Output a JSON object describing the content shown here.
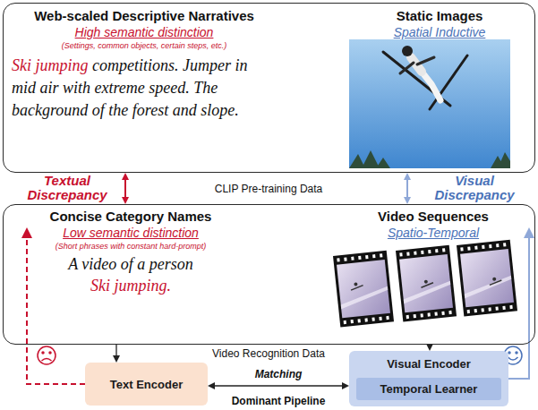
{
  "diagram": {
    "nodes": [
      {
        "text": [
          "Web-scaled Descriptive Narratives",
          "High semantic distinction",
          "(Settings, common objects, certain steps, etc.)",
          "Ski jumping",
          "competitions. Jumper in mid air with extreme speed. The background of the forest and slope.",
          "Static Images",
          "Spatial Inductive"
        ]
      },
      {
        "text": [
          "Concise Category Names",
          "Low semantic distinction",
          "(Short phrases with constant hard-prompt)",
          "A video of a person",
          "Ski jumping.",
          "Video Sequences",
          "Spatio-Temporal"
        ]
      },
      {
        "text": [
          "Text Encoder"
        ]
      },
      {
        "text": [
          "Visual Encoder"
        ]
      },
      {
        "text": [
          "Temporal Learner"
        ],
        "in": 3
      }
    ],
    "edges": [
      {
        "from": 0,
        "to": 1,
        "arrow": "both"
      },
      {
        "from": 0,
        "to": 1,
        "arrow": "both"
      },
      {
        "from": 1,
        "to": 2,
        "arrow": "to"
      },
      {
        "from": 1,
        "to": 3,
        "arrow": "to"
      },
      {
        "from": 2,
        "to": 3,
        "label": "Matching",
        "arrow": "both"
      }
    ],
    "labels": [
      "Textual Discrepancy",
      "CLIP Pre-training Data",
      "Visual Discrepancy",
      "Video Recognition Data",
      "Dominant Pipeline"
    ]
  }
}
